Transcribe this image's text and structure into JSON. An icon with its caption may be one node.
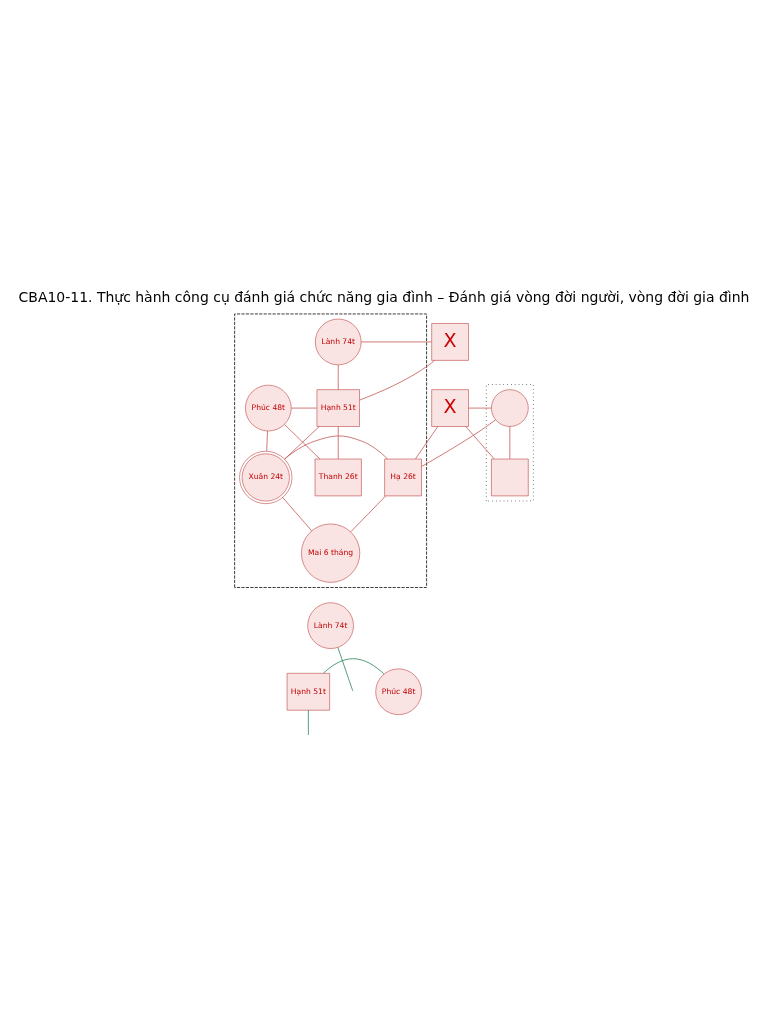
{
  "diagram": {
    "title": "CBA10-11. Thực hành công cụ đánh giá chức năng gia đình – Đánh giá vòng đời người, vòng đời gia đình",
    "nodes": [
      {
        "text": [],
        "shape": "cloud"
      },
      {
        "text": [
          "X"
        ]
      },
      {
        "text": [
          "Lành 74t"
        ],
        "in": 0
      },
      {
        "text": [
          "Hạnh 51t"
        ],
        "in": 0
      },
      {
        "text": [
          "Phúc 48t"
        ],
        "in": 0
      },
      {
        "text": [
          "X"
        ]
      },
      {
        "text": [],
        "shape": "ellipse"
      },
      {
        "text": [],
        "shape": "circle",
        "in": 6
      },
      {
        "text": [
          "Thanh 26t"
        ],
        "in": 0
      },
      {
        "text": [
          "Xuân 24t"
        ],
        "in": 0
      },
      {
        "text": [
          "Hạ 26t"
        ],
        "in": 0
      },
      {
        "text": [],
        "shape": "box",
        "in": 6
      },
      {
        "text": [
          "Mai 6 tháng"
        ],
        "in": 0
      },
      {
        "text": [
          "Lành 74t"
        ]
      },
      {
        "text": [
          "Phúc 48t"
        ]
      },
      {
        "text": [
          "Hạnh 51t"
        ]
      }
    ],
    "edges": [
      {
        "from": 1,
        "to": 2,
        "arrow": "none"
      },
      {
        "from": 1,
        "to": 3,
        "arrow": "none"
      },
      {
        "from": 2,
        "to": 3,
        "arrow": "none"
      },
      {
        "from": 3,
        "to": 4,
        "arrow": "none"
      },
      {
        "from": 3,
        "to": 8,
        "arrow": "none"
      },
      {
        "from": 4,
        "to": 8,
        "arrow": "none"
      },
      {
        "from": 3,
        "to": 9,
        "arrow": "none"
      },
      {
        "from": 4,
        "to": 9,
        "arrow": "none"
      },
      {
        "from": 5,
        "to": 7,
        "arrow": "none"
      },
      {
        "from": 5,
        "to": 10,
        "arrow": "none"
      },
      {
        "from": 7,
        "to": 10,
        "arrow": "none"
      },
      {
        "from": 5,
        "to": 11,
        "arrow": "none"
      },
      {
        "from": 7,
        "to": 11,
        "arrow": "none"
      },
      {
        "from": 9,
        "to": 10,
        "arrow": "none"
      },
      {
        "from": 9,
        "to": 12,
        "arrow": "none"
      },
      {
        "from": 10,
        "to": 12,
        "arrow": "none"
      },
      {
        "from": 13,
        "to": null,
        "arrow": "none",
        "color": "#1e7b4f"
      },
      {
        "from": 15,
        "to": 14,
        "arrow": "none",
        "color": "#1e7b4f"
      },
      {
        "from": 15,
        "to": null,
        "arrow": "none",
        "color": "#1e7b4f"
      }
    ]
  }
}
